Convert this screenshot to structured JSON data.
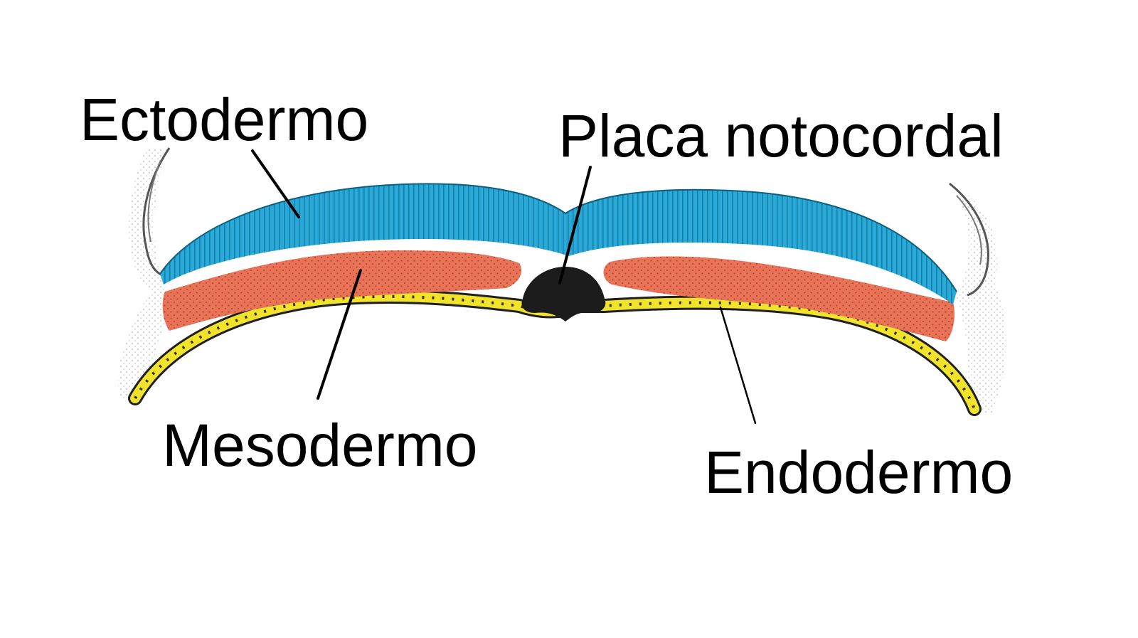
{
  "labels": {
    "ectoderm": "Ectodermo",
    "notochordal_plate": "Placa notocordal",
    "mesoderm": "Mesodermo",
    "endoderm": "Endodermo"
  },
  "colors": {
    "ectoderm": "#29a9d8",
    "ectoderm_stripe": "#0f6f96",
    "mesoderm": "#ea7257",
    "mesoderm_dot": "#5a2318",
    "endoderm": "#f1e22b",
    "endoderm_dot": "#3a3300",
    "notochordal_plate": "#1c1c1c",
    "side_tissue": "#f1f1f1"
  }
}
